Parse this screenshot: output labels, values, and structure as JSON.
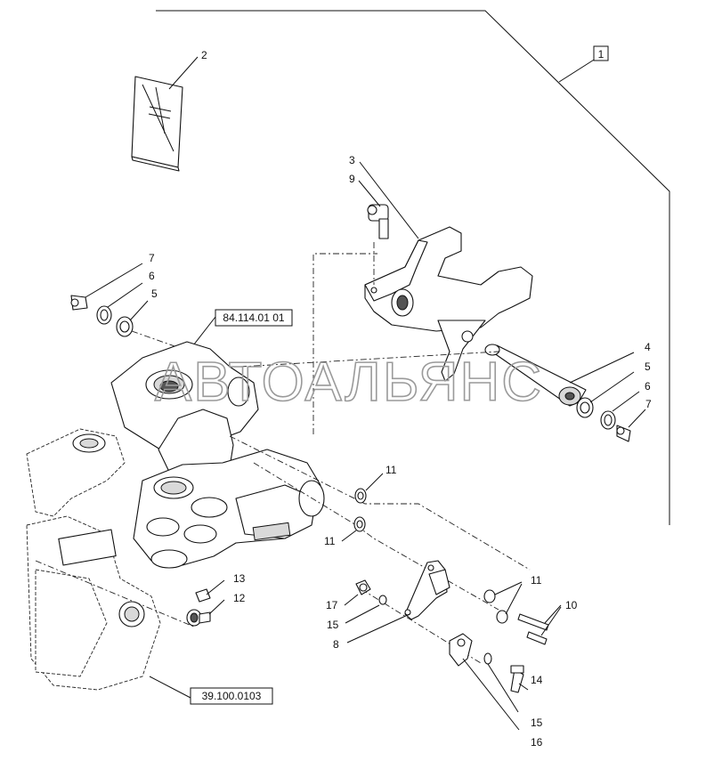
{
  "watermark": "АВТОАЛЬЯНС",
  "group_box": "1",
  "reference_boxes": [
    "84.114.01 01",
    "39.100.0103"
  ],
  "callouts": {
    "c2": "2",
    "c3": "3",
    "c9": "9",
    "c7a": "7",
    "c6a": "6",
    "c5a": "5",
    "c4": "4",
    "c5b": "5",
    "c6b": "6",
    "c7b": "7",
    "c11a": "11",
    "c11b": "11",
    "c11c": "11",
    "c10": "10",
    "c13": "13",
    "c12": "12",
    "c17": "17",
    "c15a": "15",
    "c8": "8",
    "c14": "14",
    "c15b": "15",
    "c16": "16"
  }
}
